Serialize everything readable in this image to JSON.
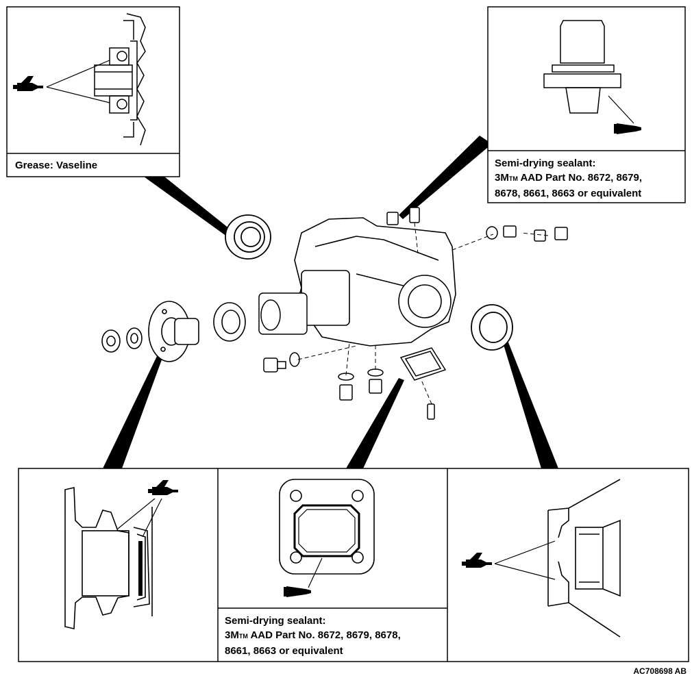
{
  "callouts": {
    "top_left": {
      "label": "Grease: Vaseline"
    },
    "top_right": {
      "line1": "Semi-drying sealant:",
      "line2_pre": "3M",
      "line2_sub": "TM",
      "line2_post": " AAD Part No. 8672, 8679,",
      "line3": "8678, 8661, 8663 or equivalent"
    },
    "bottom_middle": {
      "line1": "Semi-drying sealant:",
      "line2_pre": "3M",
      "line2_sub": "TM",
      "line2_post": " AAD Part No. 8672, 8679, 8678,",
      "line3": "8661, 8663 or equivalent"
    }
  },
  "figure_id": "AC708698 AB",
  "icons": [
    "grease-gun-icon",
    "sealant-tube-icon"
  ]
}
